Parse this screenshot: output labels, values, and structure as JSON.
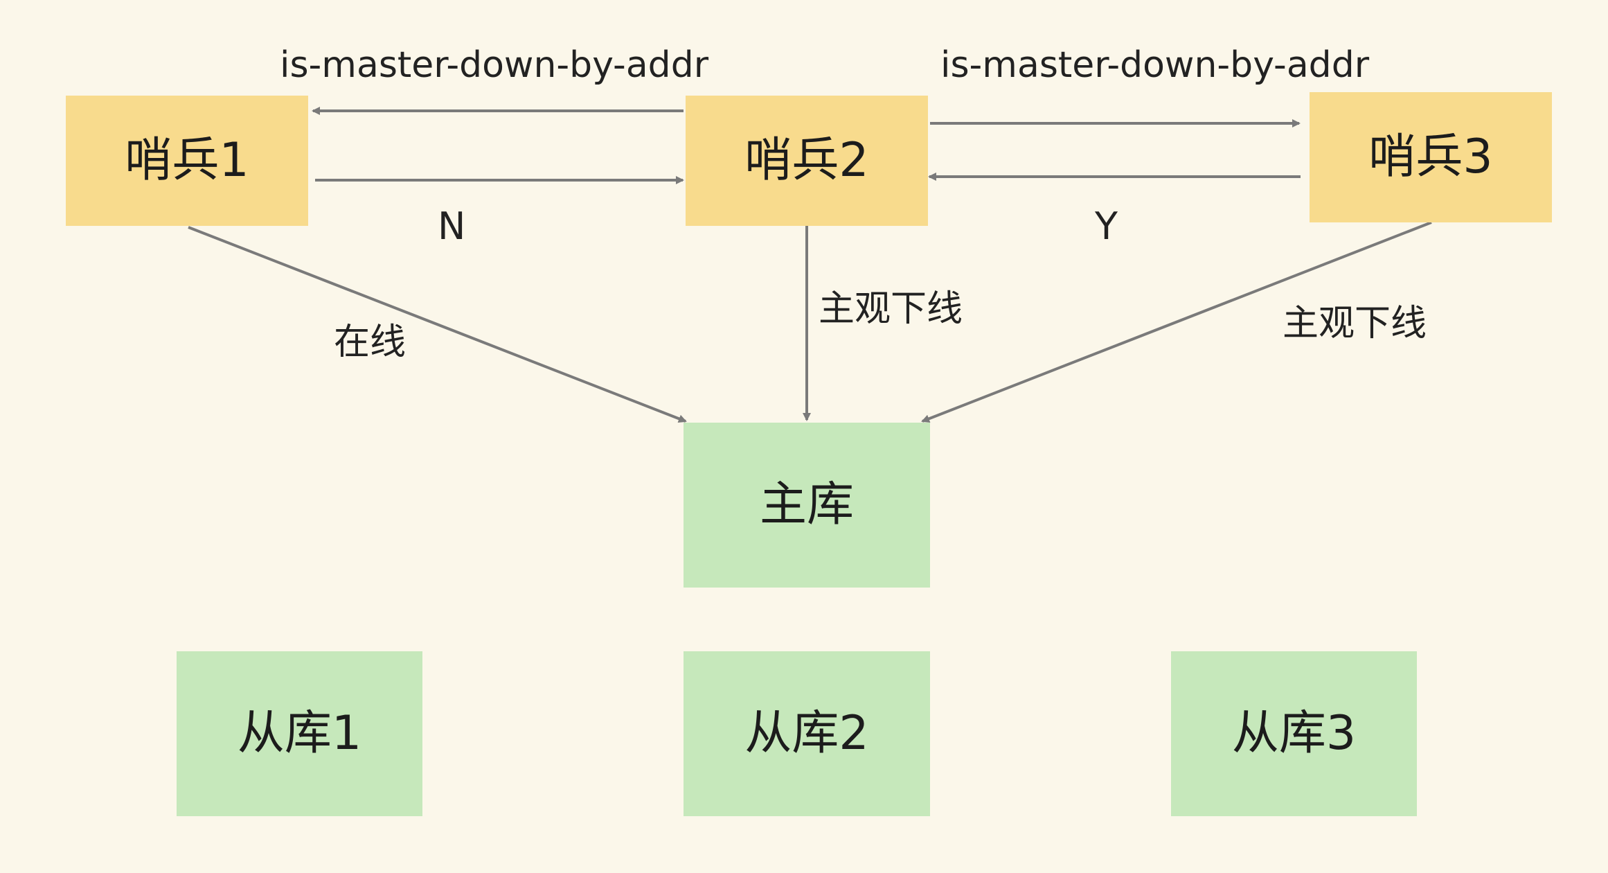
{
  "diagram": {
    "nodes": {
      "sentinel1": {
        "label": "哨兵1"
      },
      "sentinel2": {
        "label": "哨兵2"
      },
      "sentinel3": {
        "label": "哨兵3"
      },
      "master": {
        "label": "主库"
      },
      "replica1": {
        "label": "从库1"
      },
      "replica2": {
        "label": "从库2"
      },
      "replica3": {
        "label": "从库3"
      }
    },
    "labels": {
      "cmd_left": "is-master-down-by-addr",
      "cmd_right": "is-master-down-by-addr",
      "reply_n": "N",
      "reply_y": "Y",
      "s1_to_master": "在线",
      "s2_to_master": "主观下线",
      "s3_to_master": "主观下线"
    },
    "colors": {
      "background": "#fbf7ea",
      "sentinel_fill": "#f8db8d",
      "db_fill": "#c6e8bb",
      "arrow": "#7a7a7a",
      "text": "#1c1c1c"
    }
  }
}
